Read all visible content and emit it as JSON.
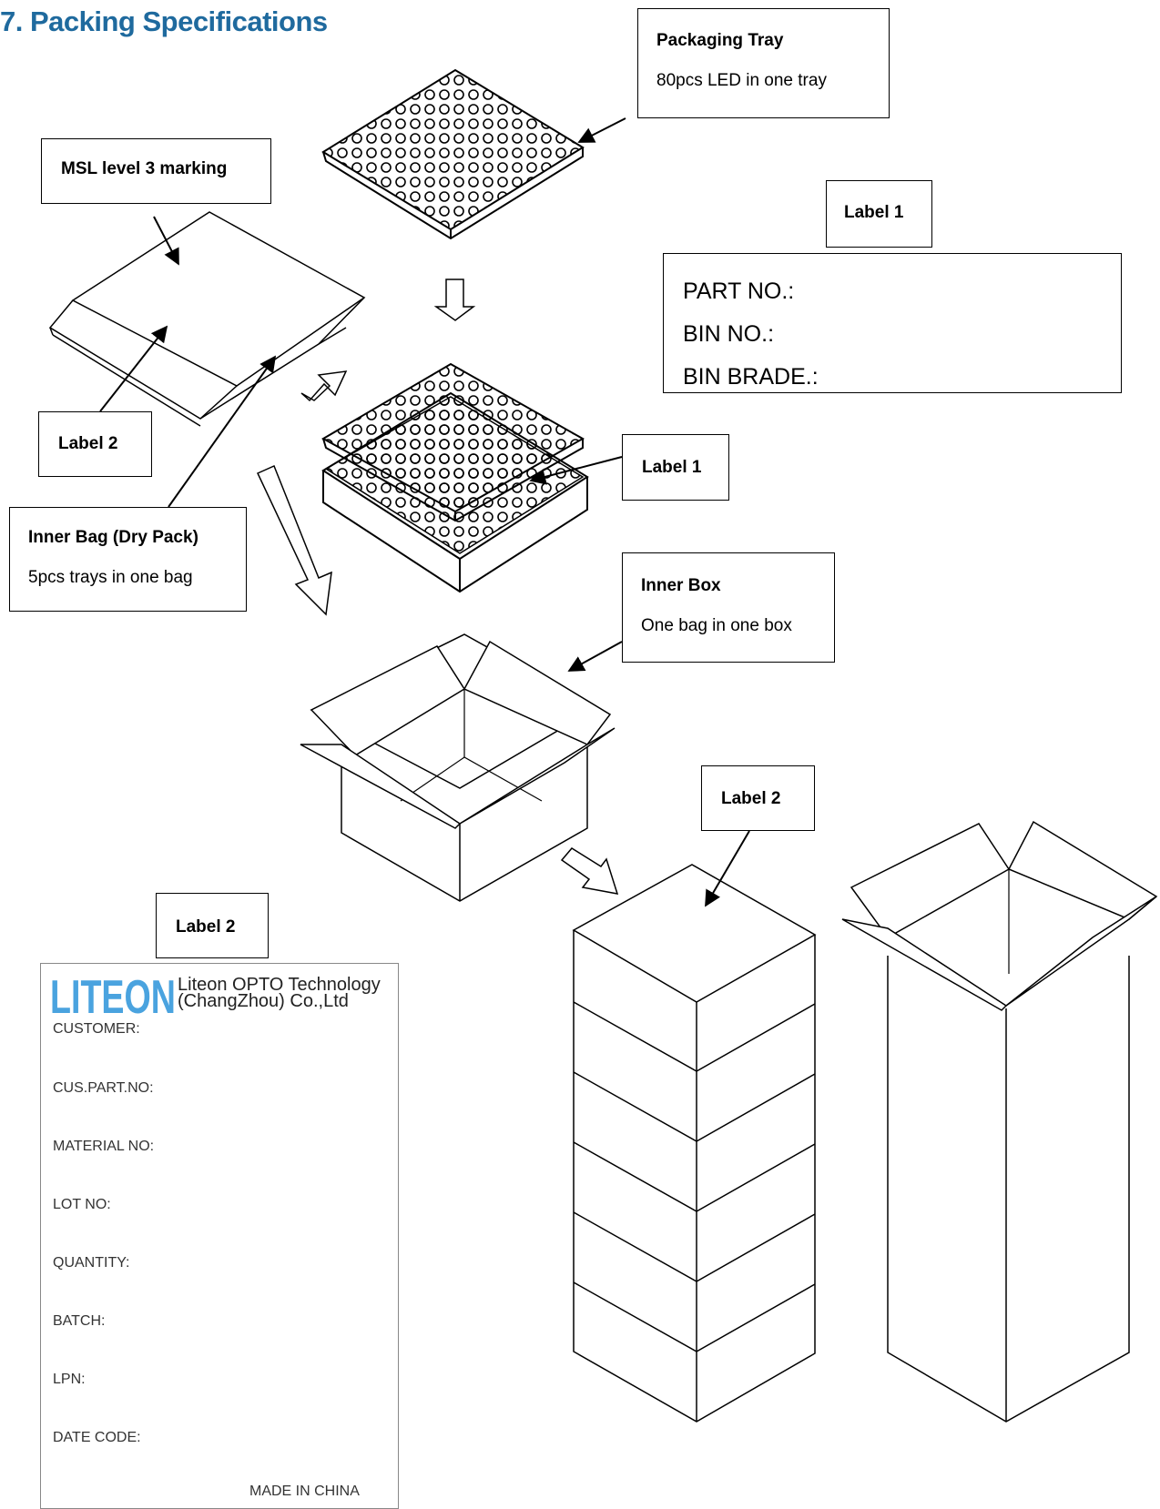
{
  "title": "7. Packing Specifications",
  "callouts": {
    "packaging_tray": {
      "title": "Packaging Tray",
      "subtitle": "80pcs LED in one tray"
    },
    "msl_marking": {
      "title": "MSL level 3 marking"
    },
    "label1_header": {
      "title": "Label 1"
    },
    "label2_left": {
      "title": "Label 2"
    },
    "label1_tray": {
      "title": "Label 1"
    },
    "inner_bag": {
      "title": "Inner Bag (Dry Pack)",
      "subtitle": "5pcs trays in one bag"
    },
    "inner_box": {
      "title": "Inner Box",
      "subtitle": "One bag in one box"
    },
    "label2_stack": {
      "title": "Label 2"
    },
    "label2_header": {
      "title": "Label 2"
    }
  },
  "label1_fields": [
    "PART NO.:",
    "BIN NO.:",
    "BIN BRADE.:"
  ],
  "label2": {
    "logo": "LITEON",
    "company_line1": "Liteon OPTO Technology",
    "company_line2": "(ChangZhou) Co.,Ltd",
    "fields": [
      "CUSTOMER:",
      "CUS.PART.NO:",
      "MATERIAL NO:",
      "LOT NO:",
      "QUANTITY:",
      "BATCH:",
      "LPN:",
      "DATE CODE:"
    ],
    "footer": "MADE IN CHINA"
  },
  "colors": {
    "title": "#1f6a9e",
    "logo": "#4aa3df"
  }
}
